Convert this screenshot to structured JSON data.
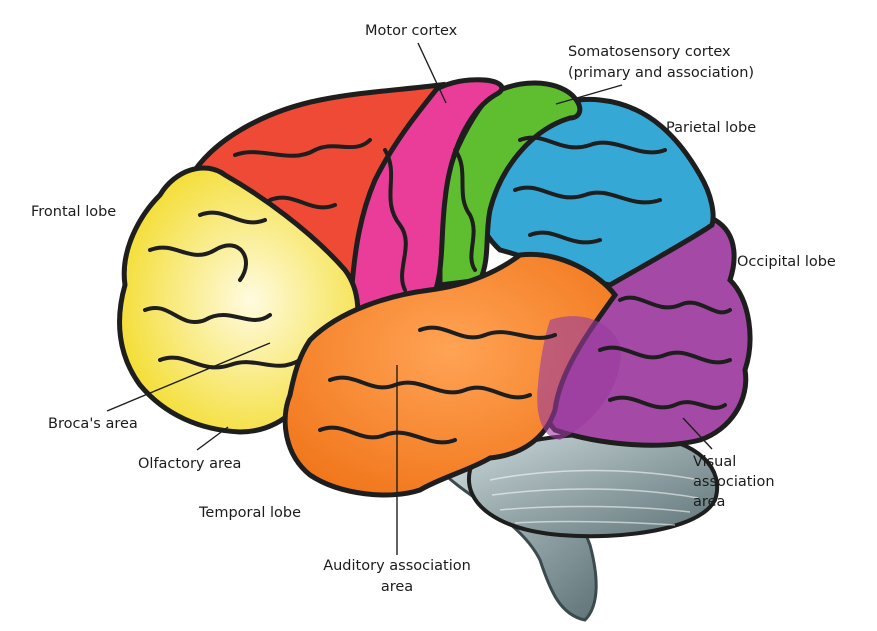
{
  "title": "Brain regions diagram",
  "colors": {
    "frontal": "#f7e64a",
    "prefrontal_red": "#ee4a36",
    "motor": "#ea3d9a",
    "somatosensory": "#5fbe2f",
    "parietal": "#35a8d6",
    "occipital": "#a44aa6",
    "temporal": "#f57c22",
    "cerebellum": "#8fa3a6",
    "outline": "#1e1e1e"
  },
  "labels": {
    "motor_cortex": "Motor cortex",
    "somatosensory_line1": "Somatosensory cortex",
    "somatosensory_line2": "(primary and association)",
    "parietal_lobe": "Parietal lobe",
    "frontal_lobe": "Frontal lobe",
    "occipital_lobe": "Occipital lobe",
    "brocas_area": "Broca's area",
    "olfactory_area": "Olfactory area",
    "temporal_lobe": "Temporal lobe",
    "auditory_line1": "Auditory association",
    "auditory_line2": "area",
    "visual_line1": "Visual",
    "visual_line2": "association",
    "visual_line3": "area"
  }
}
